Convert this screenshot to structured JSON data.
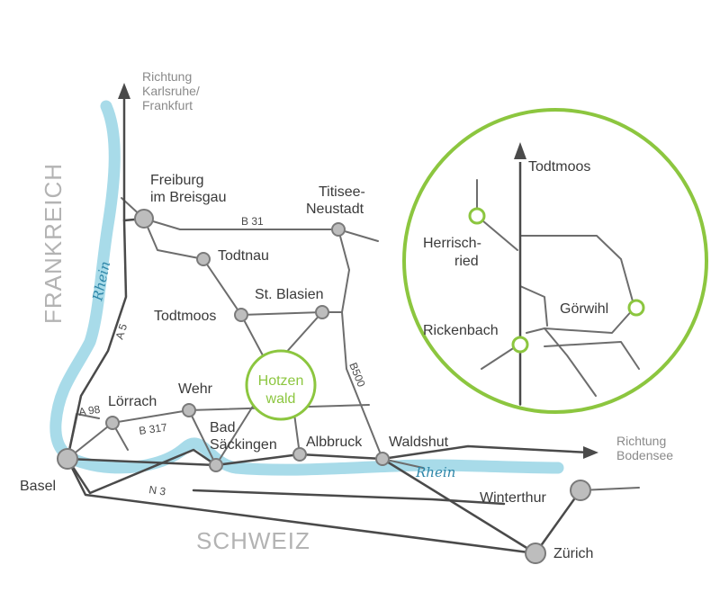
{
  "directions": {
    "north": [
      "Richtung",
      "Karlsruhe/",
      "Frankfurt"
    ],
    "east": [
      "Richtung",
      "Bodensee"
    ]
  },
  "countries": {
    "france": "FRANKREICH",
    "switzerland": "SCHWEIZ"
  },
  "river": {
    "name_vertical": "Rhein",
    "name_horizontal": "Rhein"
  },
  "roads": {
    "a5": "A 5",
    "b31": "B 31",
    "a98": "A 98",
    "b317": "B 317",
    "b500": "B500",
    "n3": "N 3"
  },
  "cities": {
    "freiburg": [
      "Freiburg",
      "im Breisgau"
    ],
    "titisee": [
      "Titisee-",
      "Neustadt"
    ],
    "todtnau": "Todtnau",
    "st_blasien": "St. Blasien",
    "todtmoos": "Todtmoos",
    "loerrach": "Lörrach",
    "wehr": "Wehr",
    "bad_saeckingen": [
      "Bad",
      "Säckingen"
    ],
    "albbruck": "Albbruck",
    "waldshut": "Waldshut",
    "basel": "Basel",
    "winterthur": "Winterthur",
    "zuerich": "Zürich"
  },
  "hotzenwald": [
    "Hotzen",
    "wald"
  ],
  "inset": {
    "todtmoos": "Todtmoos",
    "herrischried": [
      "Herrisch-",
      "ried"
    ],
    "goerwihl": "Görwihl",
    "rickenbach": "Rickenbach"
  },
  "colors": {
    "river": "#a8dbe9",
    "green": "#8cc63f",
    "road": "#6d6d6d",
    "highway": "#4a4a4a",
    "node_fill": "#bdbdbd",
    "node_stroke": "#7a7a7a"
  }
}
